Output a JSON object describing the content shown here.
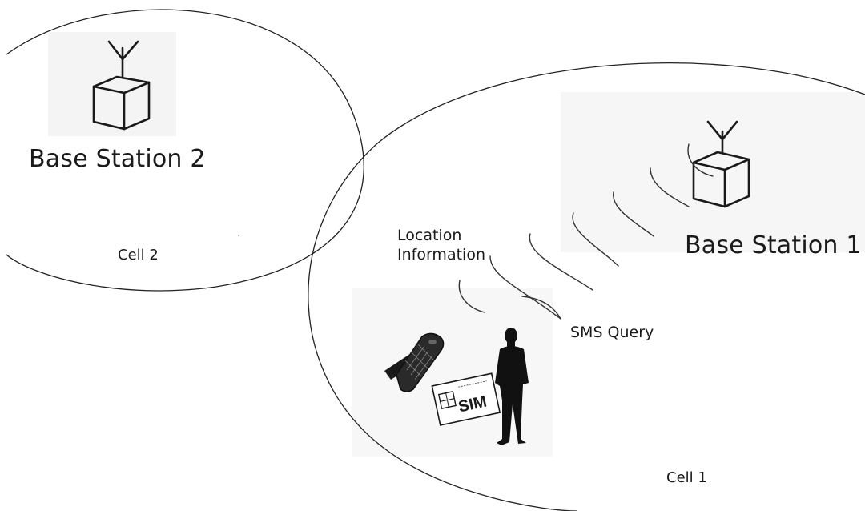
{
  "stations": {
    "base2": "Base Station 2",
    "base1": "Base Station 1"
  },
  "cells": {
    "cell2": "Cell 2",
    "cell1": "Cell 1"
  },
  "annotations": {
    "location_line1": "Location",
    "location_line2": "Information",
    "sms_query": "SMS Query"
  },
  "sim_card": {
    "text": "SIM"
  }
}
